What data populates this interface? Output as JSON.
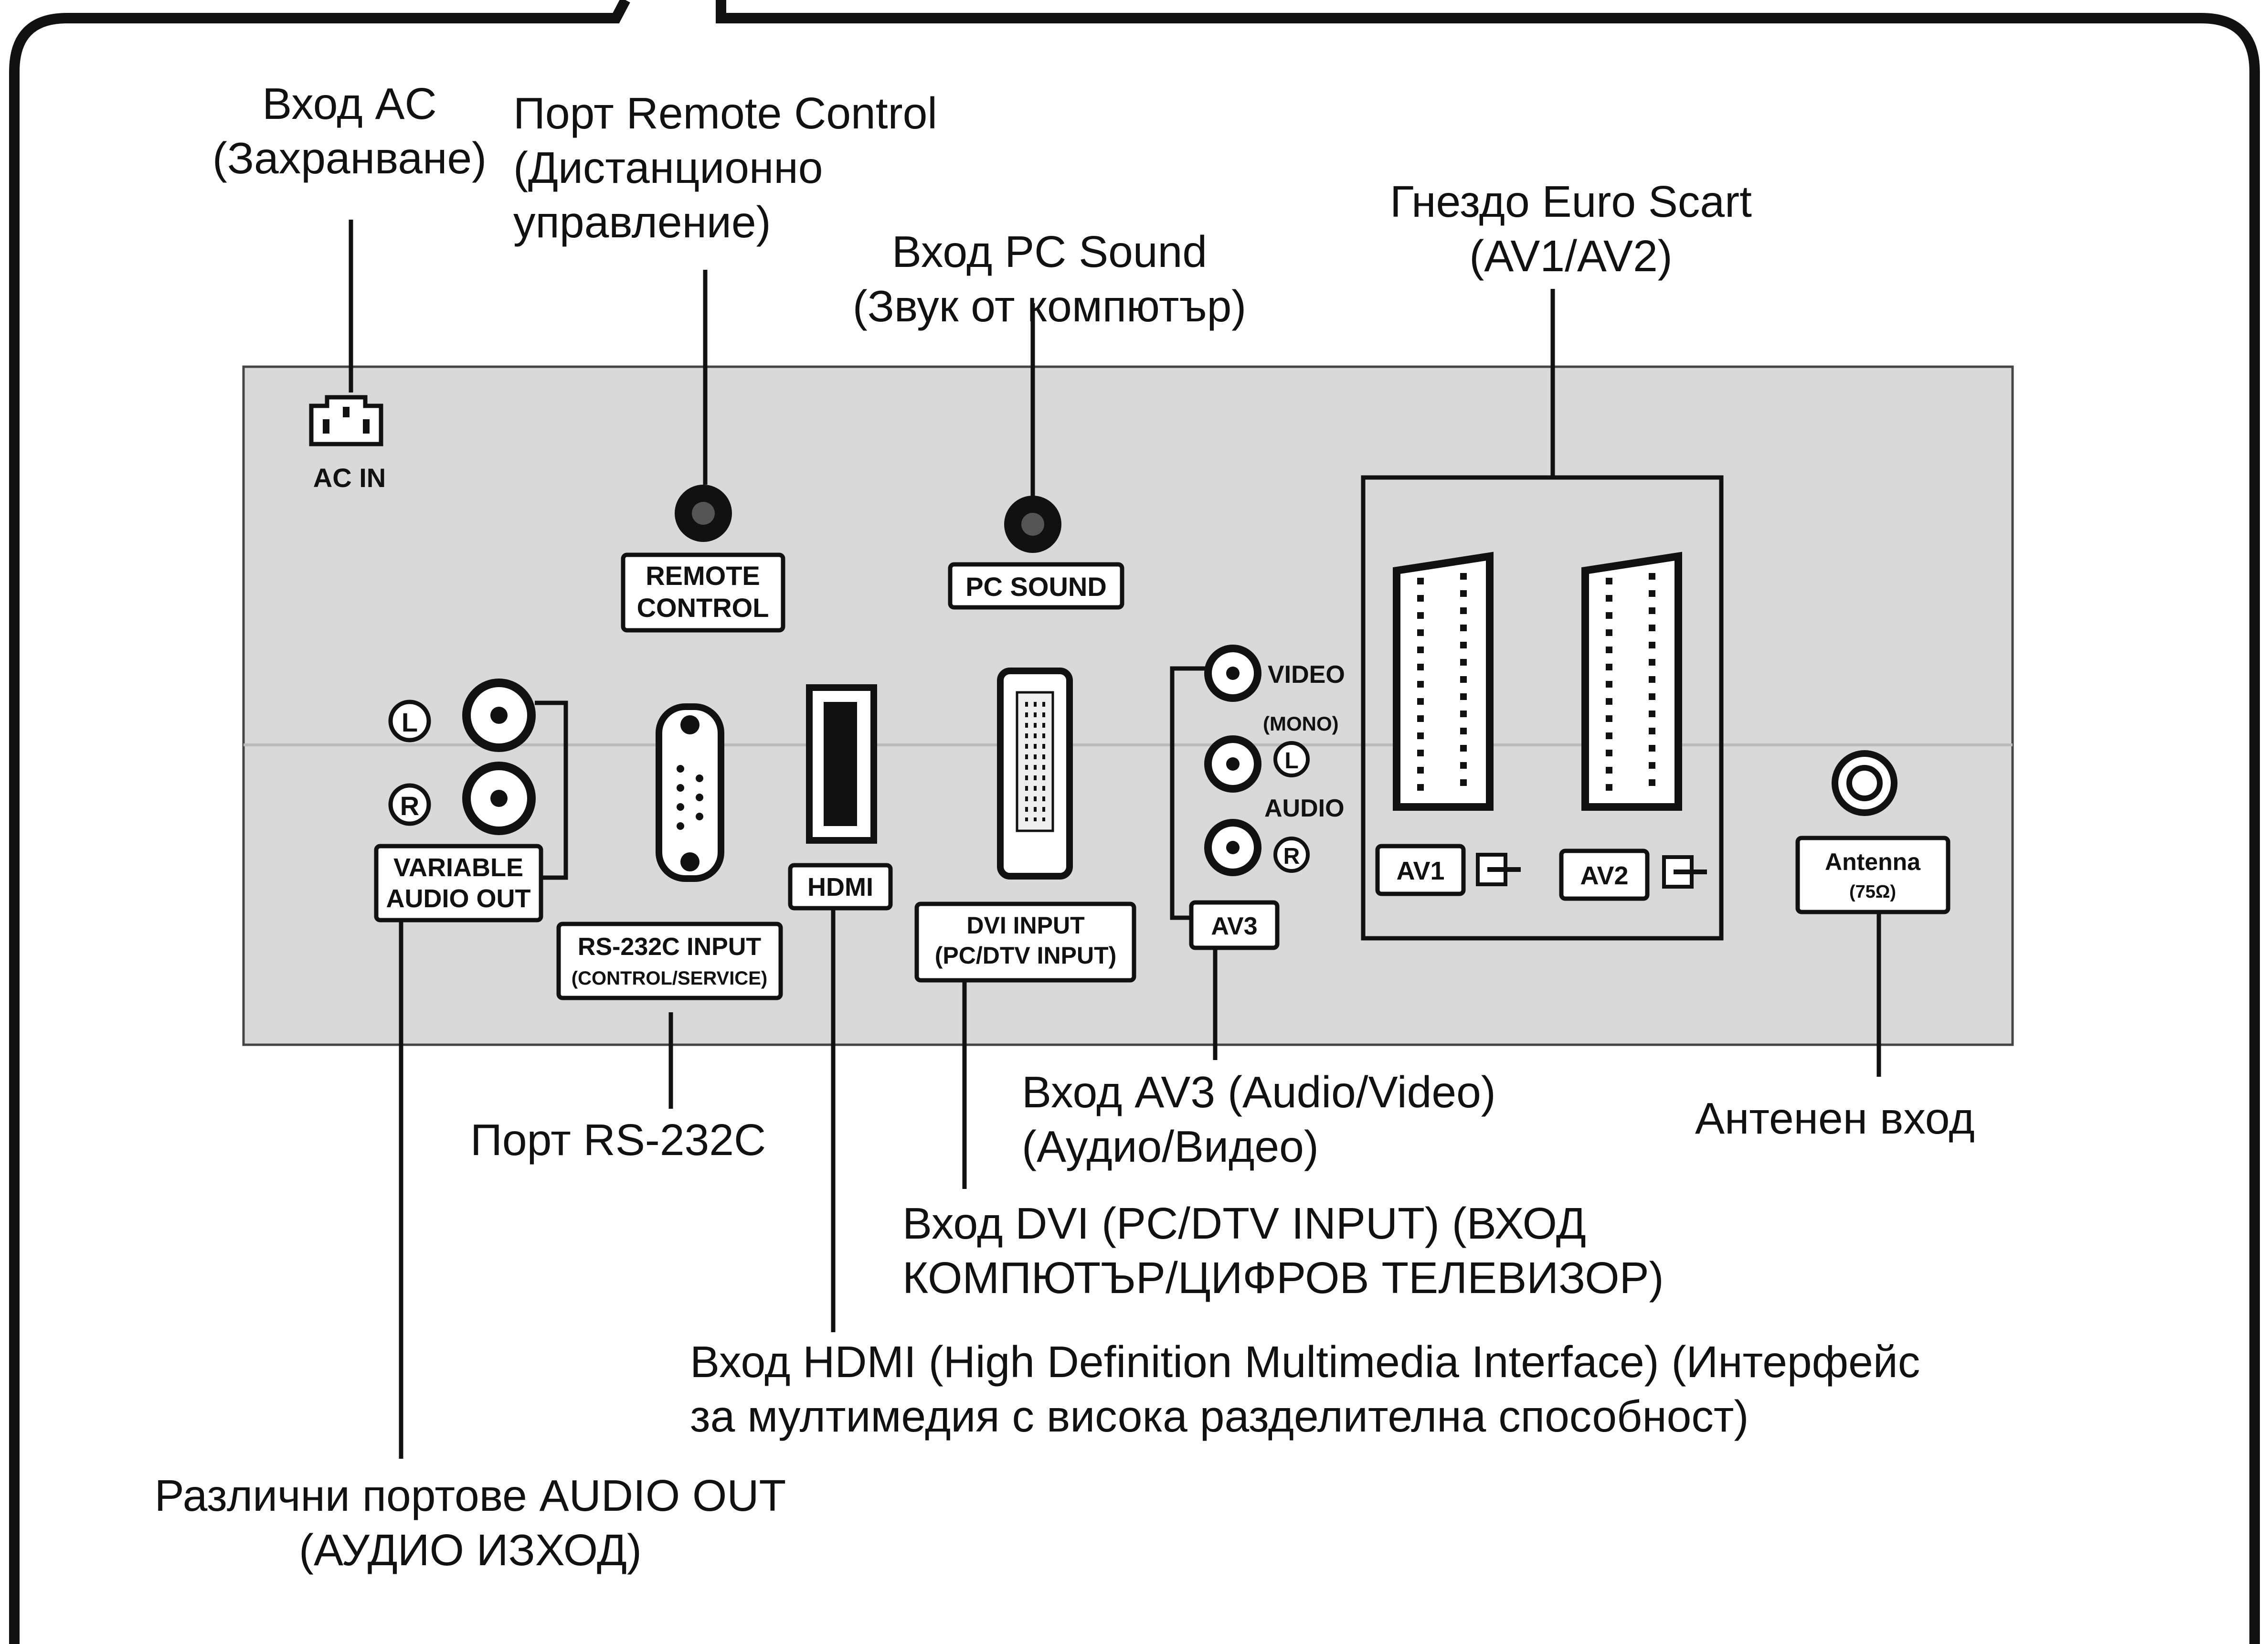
{
  "callouts": {
    "ac_in": [
      "Вход AC",
      "(Захранване)"
    ],
    "remote": [
      "Порт Remote Control",
      "(Дистанционно",
      "управление)"
    ],
    "pc_sound": [
      "Вход PC Sound",
      "(Звук от компютър)"
    ],
    "euro_scart": [
      "Гнездо Euro Scart",
      "(AV1/AV2)"
    ],
    "rs232": [
      "Порт RS-232C"
    ],
    "av3": [
      "Вход AV3 (Audio/Video)",
      "(Аудио/Видео)"
    ],
    "antenna": [
      "Антенен вход"
    ],
    "dvi": [
      "Вход DVI (PC/DTV INPUT) (ВХОД",
      "КОМПЮТЪР/ЦИФРОВ ТЕЛЕВИЗОР)"
    ],
    "hdmi": [
      "Вход HDMI (High Definition Multimedia Interface) (Интерфейс",
      "за мултимедия с висока разделителна способност)"
    ],
    "audio_out": [
      "Различни портове AUDIO OUT",
      "(АУДИО ИЗХОД)"
    ]
  },
  "panel_labels": {
    "ac_in": "AC IN",
    "remote": [
      "REMOTE",
      "CONTROL"
    ],
    "pc_sound": "PC SOUND",
    "variable_audio": [
      "VARIABLE",
      "AUDIO OUT"
    ],
    "rs232": [
      "RS-232C INPUT",
      "(CONTROL/SERVICE)"
    ],
    "hdmi": "HDMI",
    "dvi": [
      "DVI INPUT",
      "(PC/DTV INPUT)"
    ],
    "video": "VIDEO",
    "mono": "(MONO)",
    "audio": "AUDIO",
    "av3": "AV3",
    "av1": "AV1",
    "av2": "AV2",
    "antenna": [
      "Antenna",
      "(75Ω)"
    ],
    "left": "L",
    "right": "R"
  },
  "colors": {
    "panel": "#d6d6d6",
    "line": "#111111",
    "background": "#ffffff"
  }
}
